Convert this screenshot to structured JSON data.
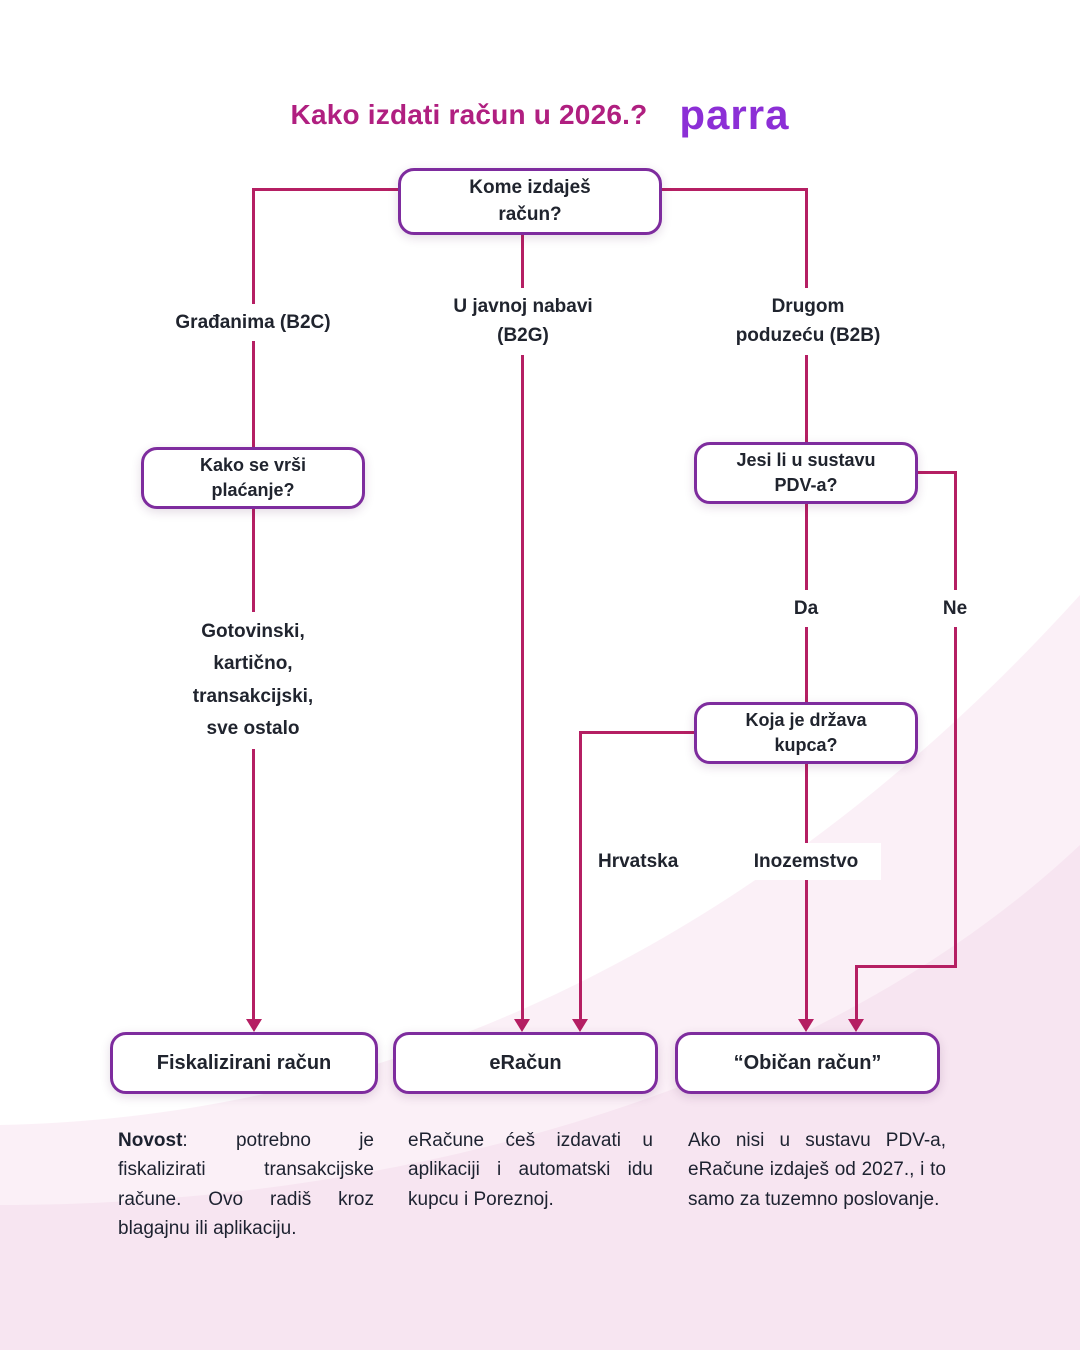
{
  "header": {
    "title": "Kako izdati račun u 2026.?",
    "logo": "parra"
  },
  "colors": {
    "connector_line": "#b51f63",
    "node_border": "#7e2c9e",
    "title_text": "#b01f80",
    "logo_text": "#8c2fd6",
    "body_text": "#1d2230",
    "background_curve_light": "#f7e4f0",
    "background_curve_deep": "#f2d7e9"
  },
  "nodes": {
    "root": {
      "line1": "Kome izdaješ",
      "line2": "račun?"
    },
    "payment": {
      "line1": "Kako se vrši",
      "line2": "plaćanje?"
    },
    "pdv": {
      "line1": "Jesi li u sustavu",
      "line2": "PDV-a?"
    },
    "country": {
      "line1": "Koja je država",
      "line2": "kupca?"
    },
    "fiscal": {
      "label": "Fiskalizirani račun"
    },
    "eracun": {
      "label": "eRačun"
    },
    "obican": {
      "label": "“Običan račun”"
    }
  },
  "branches": {
    "b2c": "Građanima (B2C)",
    "b2g": {
      "line1": "U javnoj nabavi",
      "line2": "(B2G)"
    },
    "b2b": {
      "line1": "Drugom",
      "line2": "poduzeću (B2B)"
    },
    "da": "Da",
    "ne": "Ne",
    "hrvatska": "Hrvatska",
    "inozemstvo": "Inozemstvo",
    "payment_methods": [
      "Gotovinski,",
      "kartično,",
      "transakcijski,",
      "sve ostalo"
    ]
  },
  "notes": {
    "fiscal_bold": "Novost",
    "fiscal_rest": ": potrebno je fiskalizirati transakcijske račune. Ovo radiš kroz blagajnu ili aplikaciju.",
    "eracun": "eRačune ćeš izdavati u aplikaciji i automatski idu kupcu i Poreznoj.",
    "obican": "Ako nisi u sustavu PDV-a, eRačune izdaješ od 2027., i to samo za tuzemno poslovanje."
  }
}
